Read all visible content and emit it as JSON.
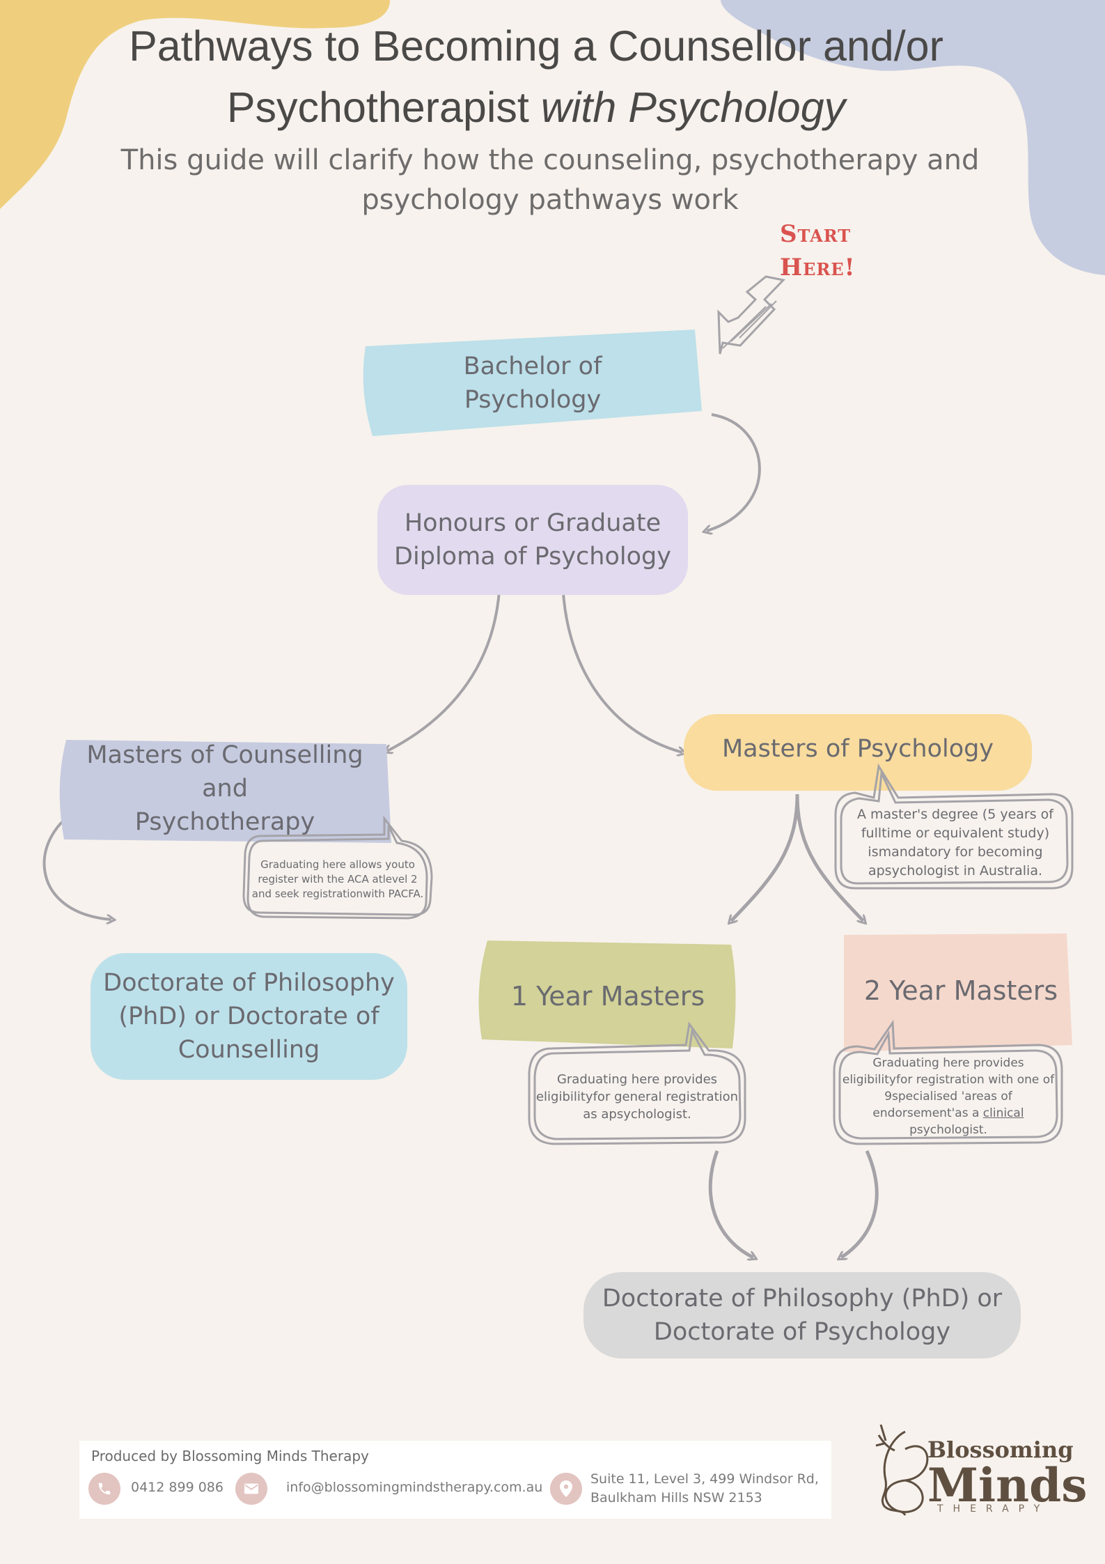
{
  "header": {
    "title_line1": "Pathways to Becoming a Counsellor and/or",
    "title_line2_plain": "Psychotherapist ",
    "title_line2_italic": "with Psychology",
    "subtitle_line1": "This guide will clarify how the counseling, psychotherapy and",
    "subtitle_line2": "psychology pathways work"
  },
  "start": {
    "line1": "Start",
    "line2": "Here!"
  },
  "nodes": {
    "bachelor": {
      "line1": "Bachelor of",
      "line2": "Psychology"
    },
    "honours": {
      "line1": "Honours or Graduate",
      "line2": "Diploma of Psychology"
    },
    "masters_counselling": {
      "line1": "Masters of Counselling and",
      "line2": "Psychotherapy"
    },
    "masters_psychology": {
      "line1": "Masters of Psychology"
    },
    "doctorate_counselling": {
      "line1": "Doctorate of Philosophy",
      "line2": "(PhD) or Doctorate of",
      "line3": "Counselling"
    },
    "one_year": {
      "line1": "1 Year Masters"
    },
    "two_year": {
      "line1": "2 Year Masters"
    },
    "doctorate_psychology": {
      "line1": "Doctorate of Philosophy (PhD) or",
      "line2": "Doctorate of Psychology"
    }
  },
  "bubbles": {
    "counselling": {
      "line1": "Graduating here allows you",
      "line2": "to register with the ACA at",
      "line3": "level 2 and seek registration",
      "line4": "with PACFA."
    },
    "masters_psych": {
      "line1": "A master's degree (5 years of full",
      "line2": "time or equivalent study) is",
      "line3": "mandatory for becoming a",
      "line4": "psychologist in Australia."
    },
    "one_year": {
      "line1": "Graduating here provides eligibility",
      "line2": "for general registration as a",
      "line3": "psychologist."
    },
    "two_year": {
      "line1": "Graduating here provides eligibility",
      "line2": "for registration with one of 9",
      "line3": "specialised 'areas of endorsement'",
      "line4_before": "as a ",
      "line4_underlined": "clinical",
      "line4_after": " psychologist."
    }
  },
  "footer": {
    "produced_by": "Produced by Blossoming Minds Therapy",
    "phone": "0412 899 086",
    "email": "info@blossomingmindstherapy.com.au",
    "address_line1": "Suite 11, Level 3, 499 Windsor Rd,",
    "address_line2": "Baulkham Hills  NSW 2153",
    "phone_icon": "phone-icon",
    "email_icon": "envelope-icon",
    "location_icon": "location-pin-icon"
  },
  "logo": {
    "word1": "Blossoming",
    "word2": "Minds",
    "word3": "THERAPY"
  },
  "colors": {
    "background": "#f7f2ed",
    "blob_yellow": "#efcf7e",
    "blob_blue": "#c7cde0",
    "bachelor": "#bde0ea",
    "honours": "#e2daee",
    "masters_counselling": "#c6cbe0",
    "masters_psychology": "#f9dc9e",
    "doctorate_counselling": "#bde1ea",
    "one_year": "#d2d299",
    "two_year": "#f5d8cc",
    "doctorate_psychology": "#d9d9d9",
    "start_text": "#d9534f",
    "arrow": "#a5a3a8",
    "footer_icon": "#e2c4c0",
    "logo": "#5e4f40"
  }
}
